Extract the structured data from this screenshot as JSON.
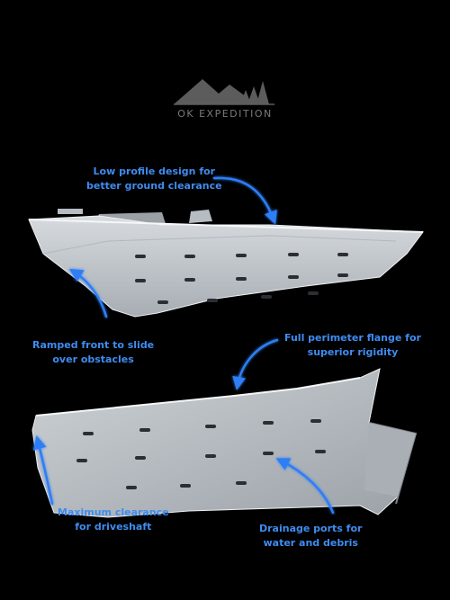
{
  "brand": {
    "logo_text": "OK EXPEDITION",
    "logo_icon": "mountain-pine-icon",
    "logo_color": "#6e6e6e"
  },
  "colors": {
    "background": "#000000",
    "callout_text": "#3f8cf0",
    "arrow_glow": "#2f7ef5",
    "metal_light": "#c9ced3",
    "metal_dark": "#8f959b"
  },
  "callouts": {
    "low_profile": {
      "line1": "Low profile design for",
      "line2": "better ground clearance"
    },
    "ramped_front": {
      "line1": "Ramped front to slide",
      "line2": "over obstacles"
    },
    "perimeter_flange": {
      "line1": "Full perimeter flange for",
      "line2": "superior rigidity"
    },
    "max_clearance": {
      "line1": "Maximum clearance",
      "line2": "for driveshaft"
    },
    "drainage": {
      "line1": "Drainage ports for",
      "line2": "water and debris"
    }
  }
}
